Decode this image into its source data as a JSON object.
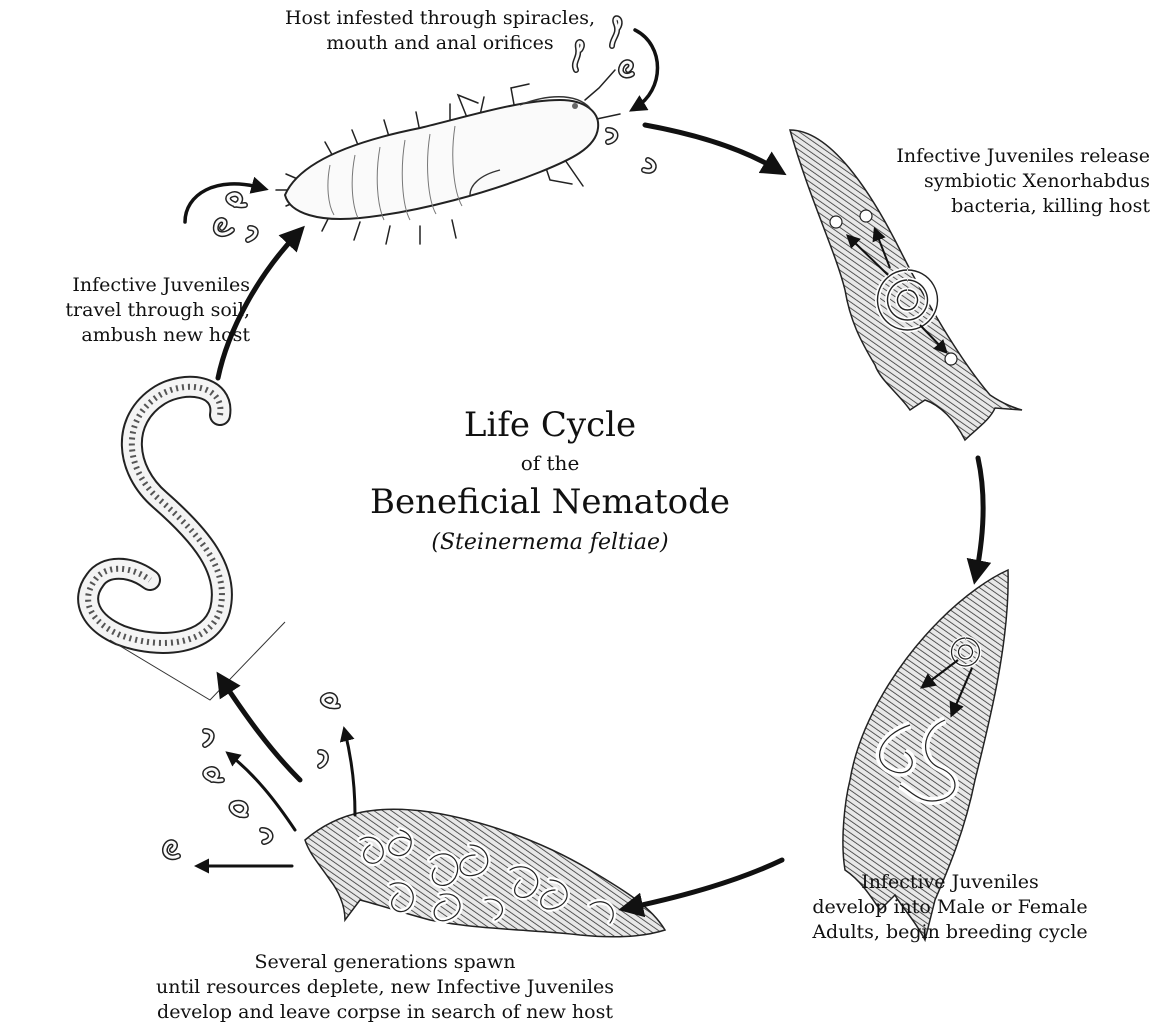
{
  "title": {
    "line1": "Life Cycle",
    "line2": "of the",
    "line3": "Beneficial Nematode",
    "line4": "(Steinernema feltiae)"
  },
  "stages": [
    {
      "id": "infest",
      "lines": [
        "Host infested through spiracles,",
        "mouth and anal orifices"
      ]
    },
    {
      "id": "release",
      "lines": [
        "Infective Juveniles release",
        "symbiotic Xenorhabdus",
        "bacteria, killing host"
      ]
    },
    {
      "id": "develop",
      "lines": [
        "Infective Juveniles",
        "develop into Male or Female",
        "Adults, begin breeding cycle"
      ]
    },
    {
      "id": "spawn",
      "lines": [
        "Several generations spawn",
        "until resources deplete, new Infective Juveniles",
        "develop and leave corpse in search of new host"
      ]
    },
    {
      "id": "travel",
      "lines": [
        "Infective Juveniles",
        "travel through soil,",
        "ambush new host"
      ]
    }
  ]
}
